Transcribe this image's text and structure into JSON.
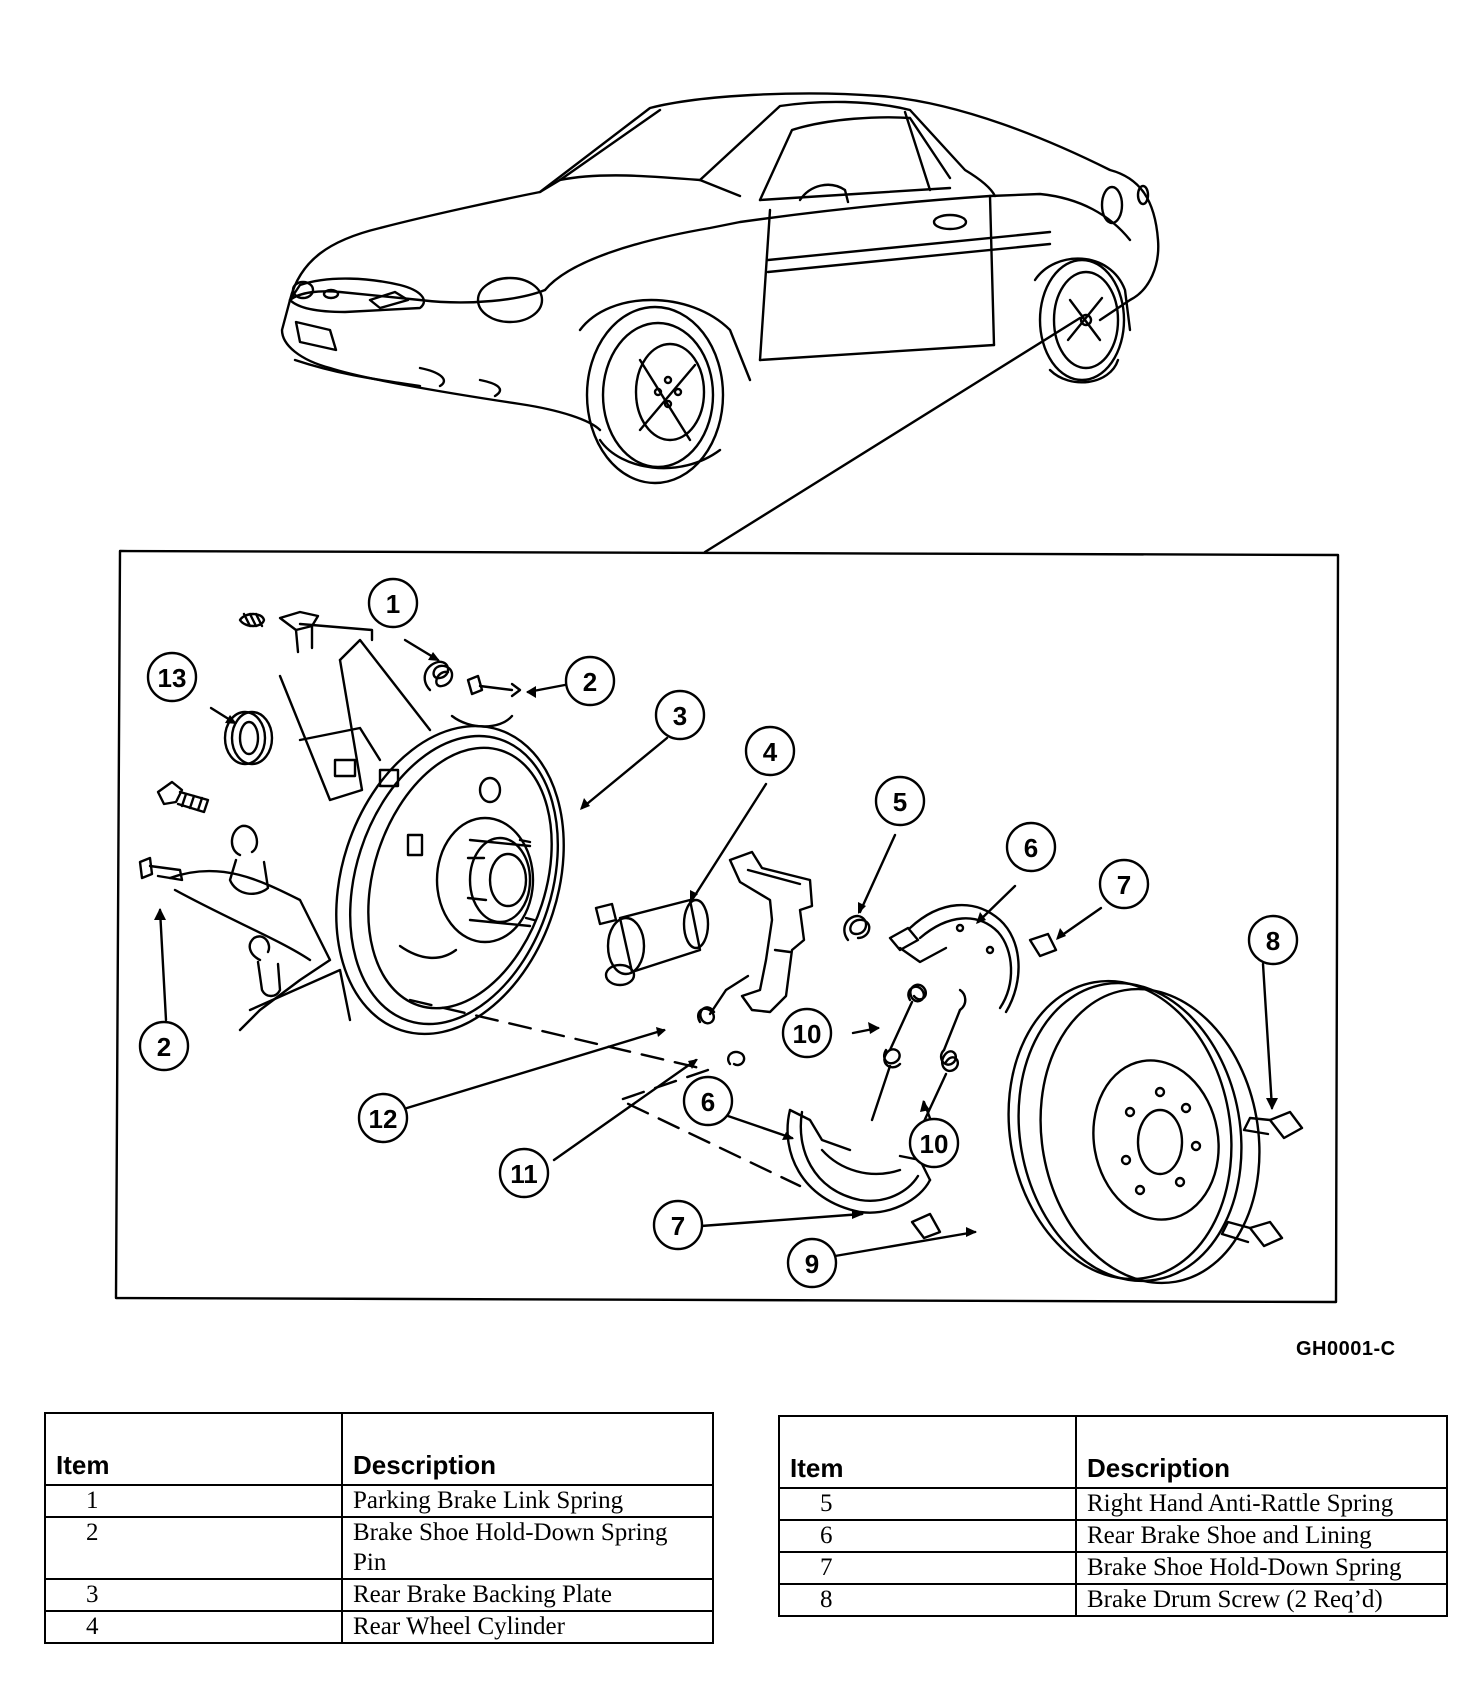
{
  "figure_id": "GH0001-C",
  "callouts": [
    "1",
    "2",
    "3",
    "4",
    "5",
    "6",
    "7",
    "8",
    "9",
    "10",
    "11",
    "12",
    "13"
  ],
  "tables": [
    {
      "headers": [
        "Item",
        "Description"
      ],
      "rows": [
        {
          "item": "1",
          "description": "Parking Brake Link Spring"
        },
        {
          "item": "2",
          "description": "Brake Shoe Hold-Down Spring Pin"
        },
        {
          "item": "3",
          "description": "Rear Brake Backing Plate"
        },
        {
          "item": "4",
          "description": "Rear Wheel Cylinder"
        }
      ]
    },
    {
      "headers": [
        "Item",
        "Description"
      ],
      "rows": [
        {
          "item": "5",
          "description": "Right Hand Anti-Rattle Spring"
        },
        {
          "item": "6",
          "description": "Rear Brake Shoe and Lining"
        },
        {
          "item": "7",
          "description": "Brake Shoe Hold-Down Spring"
        },
        {
          "item": "8",
          "description": "Brake Drum Screw (2 Req’d)"
        }
      ]
    }
  ]
}
